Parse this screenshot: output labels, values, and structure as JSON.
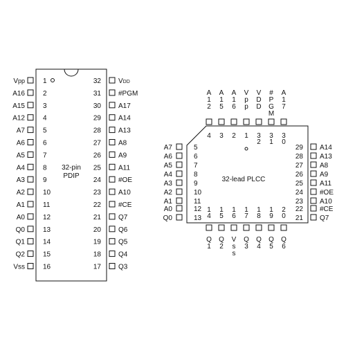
{
  "pdip": {
    "title_line1": "32-pin",
    "title_line2": "PDIP",
    "left": [
      {
        "num": "1",
        "label": "Vpp"
      },
      {
        "num": "2",
        "label": "A16"
      },
      {
        "num": "3",
        "label": "A15"
      },
      {
        "num": "4",
        "label": "A12"
      },
      {
        "num": "5",
        "label": "A7"
      },
      {
        "num": "6",
        "label": "A6"
      },
      {
        "num": "7",
        "label": "A5"
      },
      {
        "num": "8",
        "label": "A4"
      },
      {
        "num": "9",
        "label": "A3"
      },
      {
        "num": "10",
        "label": "A2"
      },
      {
        "num": "11",
        "label": "A1"
      },
      {
        "num": "12",
        "label": "A0"
      },
      {
        "num": "13",
        "label": "Q0"
      },
      {
        "num": "14",
        "label": "Q1"
      },
      {
        "num": "15",
        "label": "Q2"
      },
      {
        "num": "16",
        "label": "Vss"
      }
    ],
    "right": [
      {
        "num": "32",
        "label": "VDD"
      },
      {
        "num": "31",
        "label": "#PGM"
      },
      {
        "num": "30",
        "label": "A17"
      },
      {
        "num": "29",
        "label": "A14"
      },
      {
        "num": "28",
        "label": "A13"
      },
      {
        "num": "27",
        "label": "A8"
      },
      {
        "num": "26",
        "label": "A9"
      },
      {
        "num": "25",
        "label": "A11"
      },
      {
        "num": "24",
        "label": "#OE"
      },
      {
        "num": "23",
        "label": "A10"
      },
      {
        "num": "22",
        "label": "#CE"
      },
      {
        "num": "21",
        "label": "Q7"
      },
      {
        "num": "20",
        "label": "Q6"
      },
      {
        "num": "19",
        "label": "Q5"
      },
      {
        "num": "18",
        "label": "Q4"
      },
      {
        "num": "17",
        "label": "Q3"
      }
    ]
  },
  "plcc": {
    "title": "32-lead PLCC",
    "top": [
      {
        "num": "4",
        "label": "A12"
      },
      {
        "num": "3",
        "label": "A15"
      },
      {
        "num": "2",
        "label": "A16"
      },
      {
        "num": "1",
        "label": "Vpp"
      },
      {
        "num": "32",
        "label": "VDD"
      },
      {
        "num": "31",
        "label": "#PGM"
      },
      {
        "num": "30",
        "label": "A17"
      }
    ],
    "left": [
      {
        "num": "5",
        "label": "A7"
      },
      {
        "num": "6",
        "label": "A6"
      },
      {
        "num": "7",
        "label": "A5"
      },
      {
        "num": "8",
        "label": "A4"
      },
      {
        "num": "9",
        "label": "A3"
      },
      {
        "num": "10",
        "label": "A2"
      },
      {
        "num": "11",
        "label": "A1"
      },
      {
        "num": "12",
        "label": "A0"
      },
      {
        "num": "13",
        "label": "Q0"
      }
    ],
    "right": [
      {
        "num": "29",
        "label": "A14"
      },
      {
        "num": "28",
        "label": "A13"
      },
      {
        "num": "27",
        "label": "A8"
      },
      {
        "num": "26",
        "label": "A9"
      },
      {
        "num": "25",
        "label": "A11"
      },
      {
        "num": "24",
        "label": "#OE"
      },
      {
        "num": "23",
        "label": "A10"
      },
      {
        "num": "22",
        "label": "#CE"
      },
      {
        "num": "21",
        "label": "Q7"
      }
    ],
    "bottom": [
      {
        "num": "14",
        "label": "Q1"
      },
      {
        "num": "15",
        "label": "Q2"
      },
      {
        "num": "16",
        "label": "Vss"
      },
      {
        "num": "17",
        "label": "Q3"
      },
      {
        "num": "18",
        "label": "Q4"
      },
      {
        "num": "19",
        "label": "Q5"
      },
      {
        "num": "20",
        "label": "Q6"
      }
    ]
  }
}
